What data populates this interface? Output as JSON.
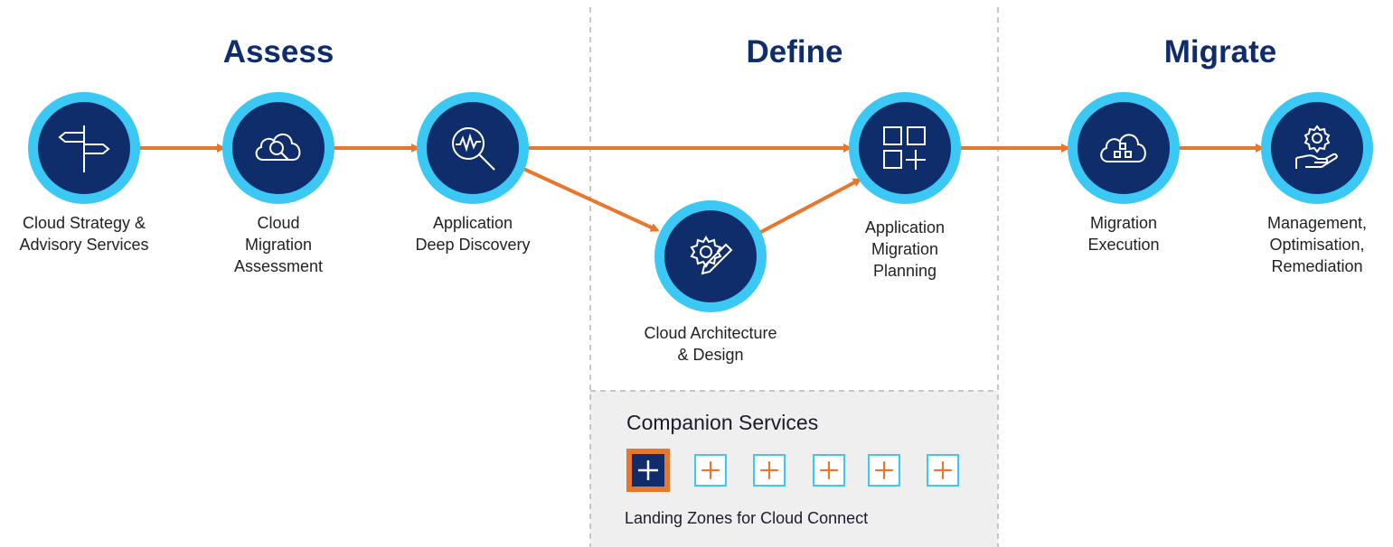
{
  "phases": {
    "assess": "Assess",
    "define": "Define",
    "migrate": "Migrate"
  },
  "nodes": {
    "strategy": {
      "label": "Cloud Strategy &\nAdvisory Services",
      "icon": "signpost-icon"
    },
    "assessment": {
      "label": "Cloud\nMigration\nAssessment",
      "icon": "cloud-search-icon"
    },
    "discovery": {
      "label": "Application\nDeep Discovery",
      "icon": "magnifier-pulse-icon"
    },
    "architecture": {
      "label": "Cloud Architecture\n& Design",
      "icon": "gear-pencil-icon"
    },
    "planning": {
      "label": "Application\nMigration\nPlanning",
      "icon": "grid-plus-icon"
    },
    "execution": {
      "label": "Migration\nExecution",
      "icon": "cloud-blocks-icon"
    },
    "management": {
      "label": "Management,\nOptimisation,\nRemediation",
      "icon": "gear-hand-icon"
    }
  },
  "companion": {
    "title": "Companion Services",
    "subtitle": "Landing Zones for Cloud Connect",
    "items": [
      "plus-icon",
      "plus-icon",
      "plus-icon",
      "plus-icon",
      "plus-icon",
      "plus-icon"
    ]
  },
  "colors": {
    "navy": "#0f2d6b",
    "ring": "#3cc8f4",
    "arrow": "#e8762d",
    "panel": "#efefef",
    "divider": "#b5b5b5"
  }
}
